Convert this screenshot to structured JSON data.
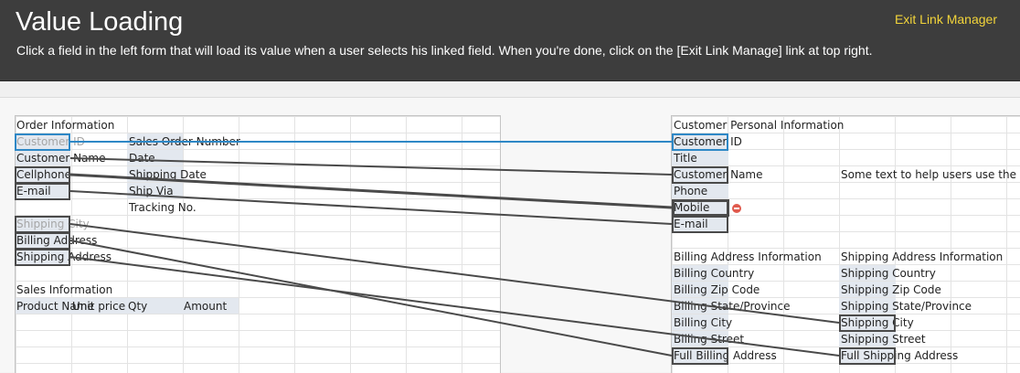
{
  "header": {
    "title": "Value Loading",
    "instructions": "Click a field in the left form that will load its value when a user selects his linked field. When you're done, click on the [Exit Link Manage] link at top right.",
    "exit_link": "Exit Link Manager"
  },
  "left_form": {
    "order_section": "Order Information",
    "customer_id": "Customer ID",
    "customer_name": "Customer Name",
    "cellphone": "Cellphone",
    "email": "E-mail",
    "shipping_city": "Shipping City",
    "billing_address": "Billing Address",
    "shipping_address": "Shipping Address",
    "sales_order_number": "Sales Order Number",
    "date": "Date",
    "shipping_date": "Shipping Date",
    "ship_via": "Ship Via",
    "tracking_no": "Tracking No.",
    "sales_section": "Sales Information",
    "columns": [
      "Product Name",
      "Unit price",
      "Qty",
      "Amount"
    ]
  },
  "right_form": {
    "personal_section": "Customer Personal Information",
    "customer_id": "Customer ID",
    "title": "Title",
    "customer_name": "Customer Name",
    "help_text": "Some text to help users use the dat",
    "phone": "Phone",
    "mobile": "Mobile",
    "email": "E-mail",
    "billing_section": "Billing Address Information",
    "shipping_section": "Shipping Address Information",
    "billing_country": "Billing Country",
    "billing_zip": "Billing Zip Code",
    "billing_state": "Billing State/Province",
    "billing_city": "Billing City",
    "billing_street": "Billing Street",
    "full_billing_address": "Full Billing Address",
    "shipping_country": "Shipping Country",
    "shipping_zip": "Shipping Zip Code",
    "shipping_state": "Shipping State/Province",
    "shipping_city": "Shipping City",
    "shipping_street": "Shipping Street",
    "full_shipping_address": "Full Shipping Address"
  },
  "colors": {
    "header_bg": "#3d3d3d",
    "exit_link": "#f2d43a",
    "active_link": "#2e88c6",
    "link_line": "#4a4a4a",
    "remove_button": "#e05a4d"
  },
  "icons": {
    "remove_link": "minus-circle-icon"
  }
}
